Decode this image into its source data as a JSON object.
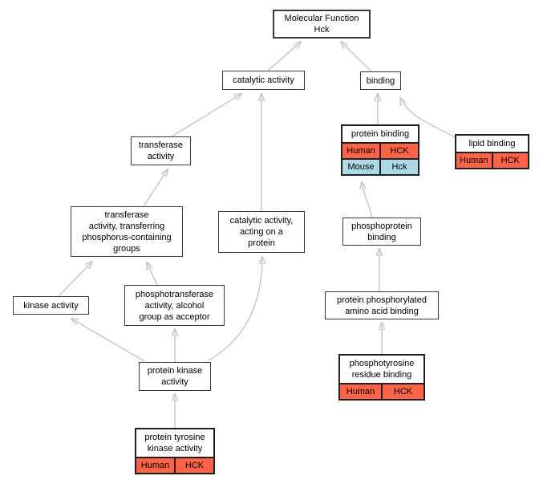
{
  "graph_title": "Molecular Function Hck",
  "colors": {
    "human_annotation_row": "#ff6347",
    "mouse_annotation_row": "#add8e6",
    "edge": "#c9c9c9",
    "node_border": "#3a3a3a",
    "node_background": "#ffffff",
    "text": "#000000"
  },
  "nodes": {
    "mf": {
      "label": "Molecular Function\nHck"
    },
    "catalytic_activity": {
      "label": "catalytic activity"
    },
    "binding": {
      "label": "binding"
    },
    "transferase_activity": {
      "label": "transferase\nactivity"
    },
    "protein_binding": {
      "title": "protein binding",
      "rows": [
        {
          "species": "Human",
          "gene": "HCK",
          "color": "red"
        },
        {
          "species": "Mouse",
          "gene": "Hck",
          "color": "blue"
        }
      ]
    },
    "lipid_binding": {
      "title": "lipid binding",
      "rows": [
        {
          "species": "Human",
          "gene": "HCK",
          "color": "red"
        }
      ]
    },
    "transferase_groups": {
      "label": "transferase\nactivity, transferring\nphosphorus-containing\ngroups"
    },
    "catalytic_on_protein": {
      "label": "catalytic activity,\nacting on a\nprotein"
    },
    "phosphoprotein_binding": {
      "label": "phosphoprotein\nbinding"
    },
    "kinase_activity": {
      "label": "kinase activity"
    },
    "phosphotransferase": {
      "label": "phosphotransferase\nactivity, alcohol\ngroup as acceptor"
    },
    "protein_phosphorylated_aab": {
      "label": "protein phosphorylated\namino acid binding"
    },
    "protein_kinase_activity": {
      "label": "protein kinase\nactivity"
    },
    "phosphotyrosine_binding": {
      "title": "phosphotyrosine\nresidue binding",
      "rows": [
        {
          "species": "Human",
          "gene": "HCK",
          "color": "red"
        }
      ]
    },
    "protein_tyrosine_kinase": {
      "title": "protein tyrosine\nkinase activity",
      "rows": [
        {
          "species": "Human",
          "gene": "HCK",
          "color": "red"
        }
      ]
    }
  },
  "edges": [
    {
      "from": "catalytic activity",
      "to": "Molecular Function Hck"
    },
    {
      "from": "binding",
      "to": "Molecular Function Hck"
    },
    {
      "from": "transferase activity",
      "to": "catalytic activity"
    },
    {
      "from": "catalytic activity, acting on a protein",
      "to": "catalytic activity"
    },
    {
      "from": "protein binding",
      "to": "binding"
    },
    {
      "from": "lipid binding",
      "to": "binding"
    },
    {
      "from": "transferase activity, transferring phosphorus-containing groups",
      "to": "transferase activity"
    },
    {
      "from": "phosphoprotein binding",
      "to": "protein binding"
    },
    {
      "from": "kinase activity",
      "to": "transferase activity, transferring phosphorus-containing groups"
    },
    {
      "from": "phosphotransferase activity, alcohol group as acceptor",
      "to": "transferase activity, transferring phosphorus-containing groups"
    },
    {
      "from": "protein phosphorylated amino acid binding",
      "to": "phosphoprotein binding"
    },
    {
      "from": "protein kinase activity",
      "to": "kinase activity"
    },
    {
      "from": "protein kinase activity",
      "to": "phosphotransferase activity, alcohol group as acceptor"
    },
    {
      "from": "protein kinase activity",
      "to": "catalytic activity, acting on a protein"
    },
    {
      "from": "phosphotyrosine residue binding",
      "to": "protein phosphorylated amino acid binding"
    },
    {
      "from": "protein tyrosine kinase activity",
      "to": "protein kinase activity"
    }
  ]
}
